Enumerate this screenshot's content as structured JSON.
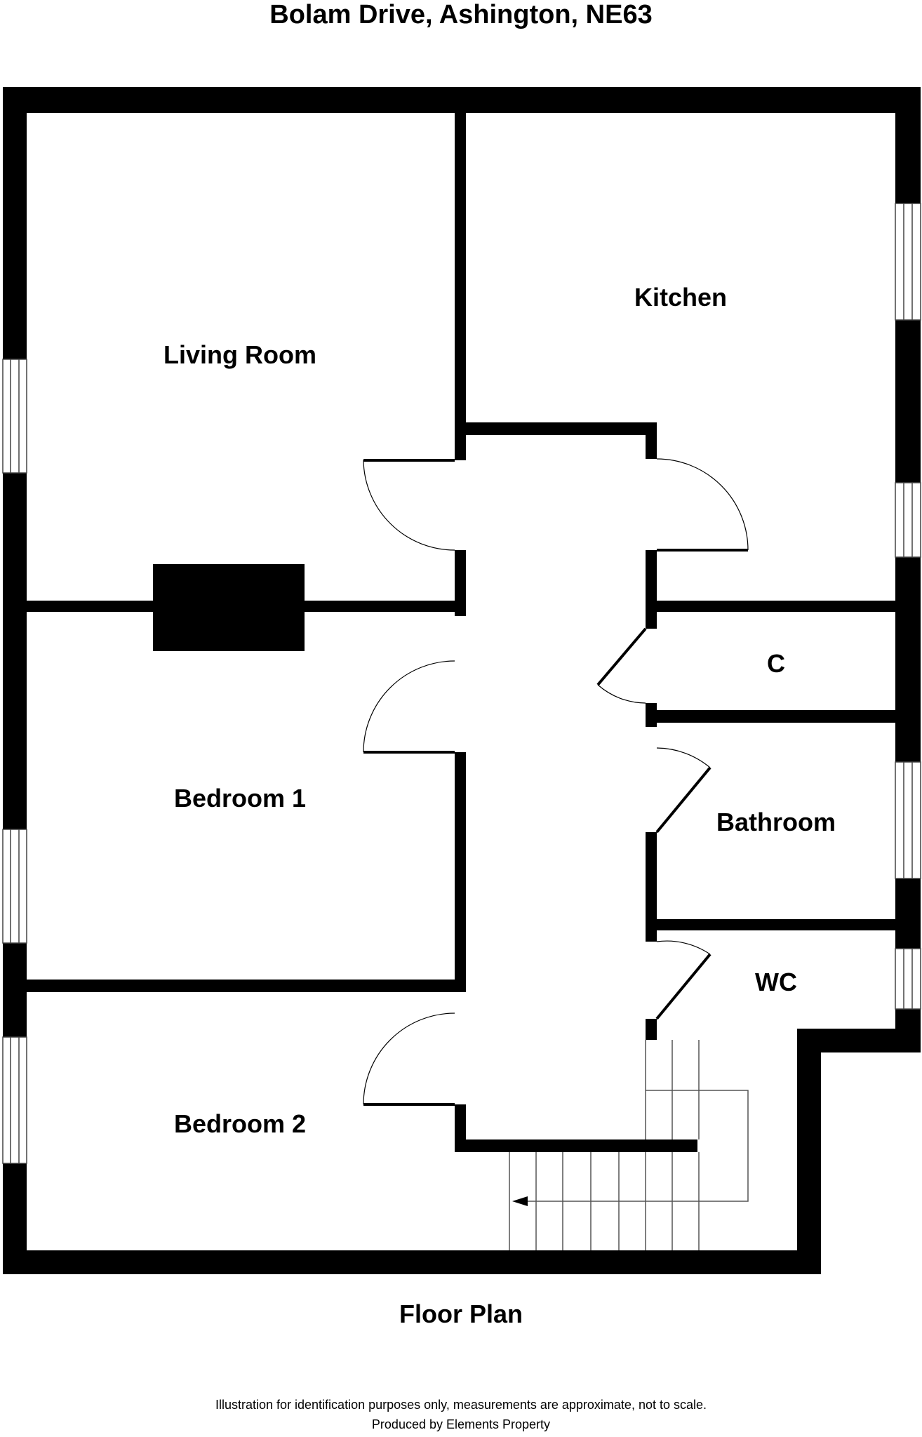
{
  "title": "Bolam Drive, Ashington, NE63",
  "rooms": {
    "living_room": "Living Room",
    "kitchen": "Kitchen",
    "bedroom_1": "Bedroom 1",
    "bedroom_2": "Bedroom 2",
    "cupboard": "C",
    "bathroom": "Bathroom",
    "wc": "WC"
  },
  "plan_label": "Floor Plan",
  "disclaimer": "Illustration for identification purposes only, measurements are approximate, not to scale.",
  "producer": "Produced by Elements Property",
  "colors": {
    "wall": "#000000",
    "line": "#444444",
    "background": "#ffffff"
  }
}
